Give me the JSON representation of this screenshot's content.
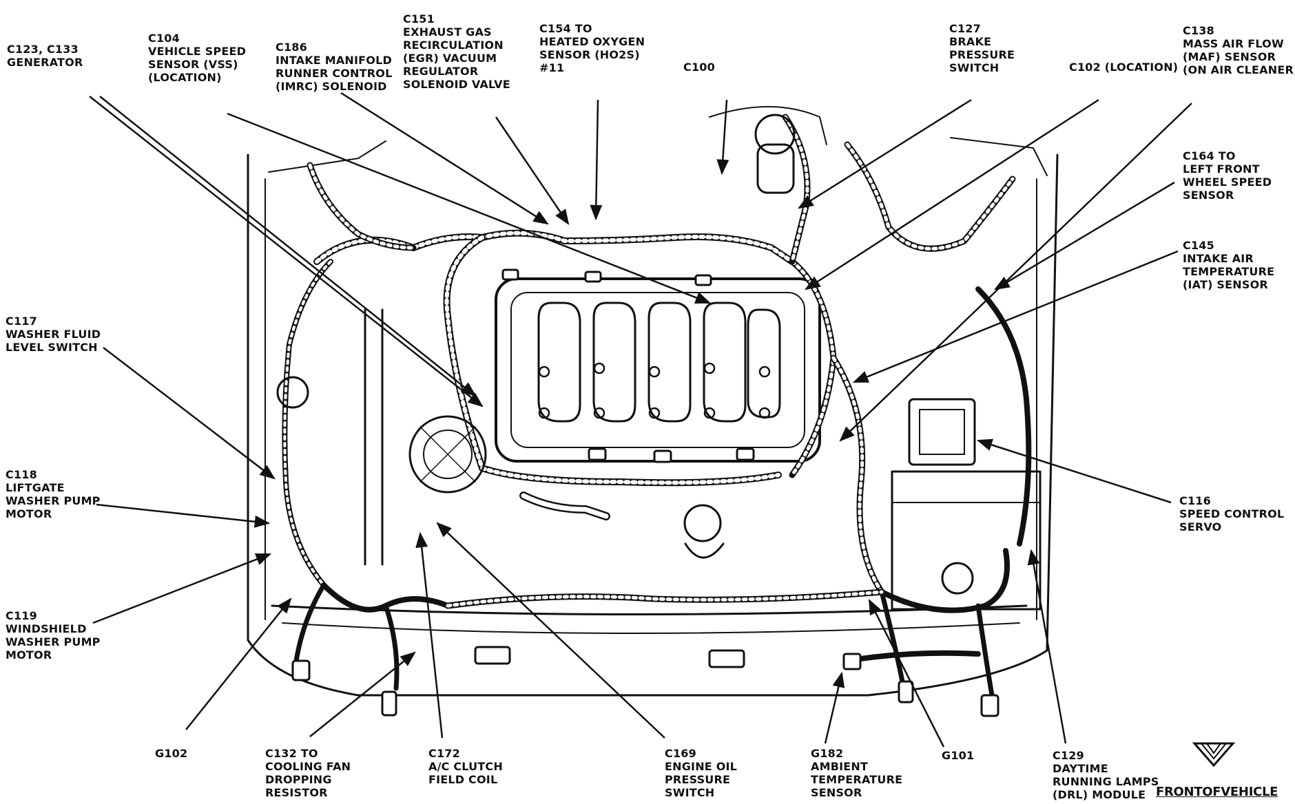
{
  "labels": {
    "c123_c133": [
      "C123, C133",
      "GENERATOR"
    ],
    "c104": [
      "C104",
      "VEHICLE SPEED",
      "SENSOR (VSS)",
      "(LOCATION)"
    ],
    "c186": [
      "C186",
      "INTAKE MANIFOLD",
      "RUNNER CONTROL",
      "(IMRC) SOLENOID"
    ],
    "c151": [
      "C151",
      "EXHAUST GAS",
      "RECIRCULATION",
      "(EGR) VACUUM",
      "REGULATOR",
      "SOLENOID VALVE"
    ],
    "c154": [
      "C154 TO",
      "HEATED OXYGEN",
      "SENSOR (HO2S)",
      "#11"
    ],
    "c100": [
      "C100"
    ],
    "c127": [
      "C127",
      "BRAKE",
      "PRESSURE",
      "SWITCH"
    ],
    "c102": [
      "C102 (LOCATION)"
    ],
    "c138": [
      "C138",
      "MASS AIR FLOW",
      "(MAF) SENSOR",
      "(ON AIR CLEANER)"
    ],
    "c164": [
      "C164 TO",
      "LEFT FRONT",
      "WHEEL SPEED",
      "SENSOR"
    ],
    "c145": [
      "C145",
      "INTAKE AIR",
      "TEMPERATURE",
      "(IAT) SENSOR"
    ],
    "c117": [
      "C117",
      "WASHER FLUID",
      "LEVEL SWITCH"
    ],
    "c118": [
      "C118",
      "LIFTGATE",
      "WASHER PUMP",
      "MOTOR"
    ],
    "c119": [
      "C119",
      "WINDSHIELD",
      "WASHER PUMP",
      "MOTOR"
    ],
    "c116": [
      "C116",
      "SPEED CONTROL",
      "SERVO"
    ],
    "g102": [
      "G102"
    ],
    "c132": [
      "C132 TO",
      "COOLING FAN",
      "DROPPING",
      "RESISTOR"
    ],
    "c172": [
      "C172",
      "A/C CLUTCH",
      "FIELD COIL"
    ],
    "c169": [
      "C169",
      "ENGINE OIL",
      "PRESSURE",
      "SWITCH"
    ],
    "g182": [
      "G182",
      "AMBIENT",
      "TEMPERATURE",
      "SENSOR"
    ],
    "g101": [
      "G101"
    ],
    "c129": [
      "C129",
      "DAYTIME",
      "RUNNING LAMPS",
      "(DRL) MODULE"
    ]
  },
  "front_of_vehicle": "FRONTOFVEHICLE"
}
